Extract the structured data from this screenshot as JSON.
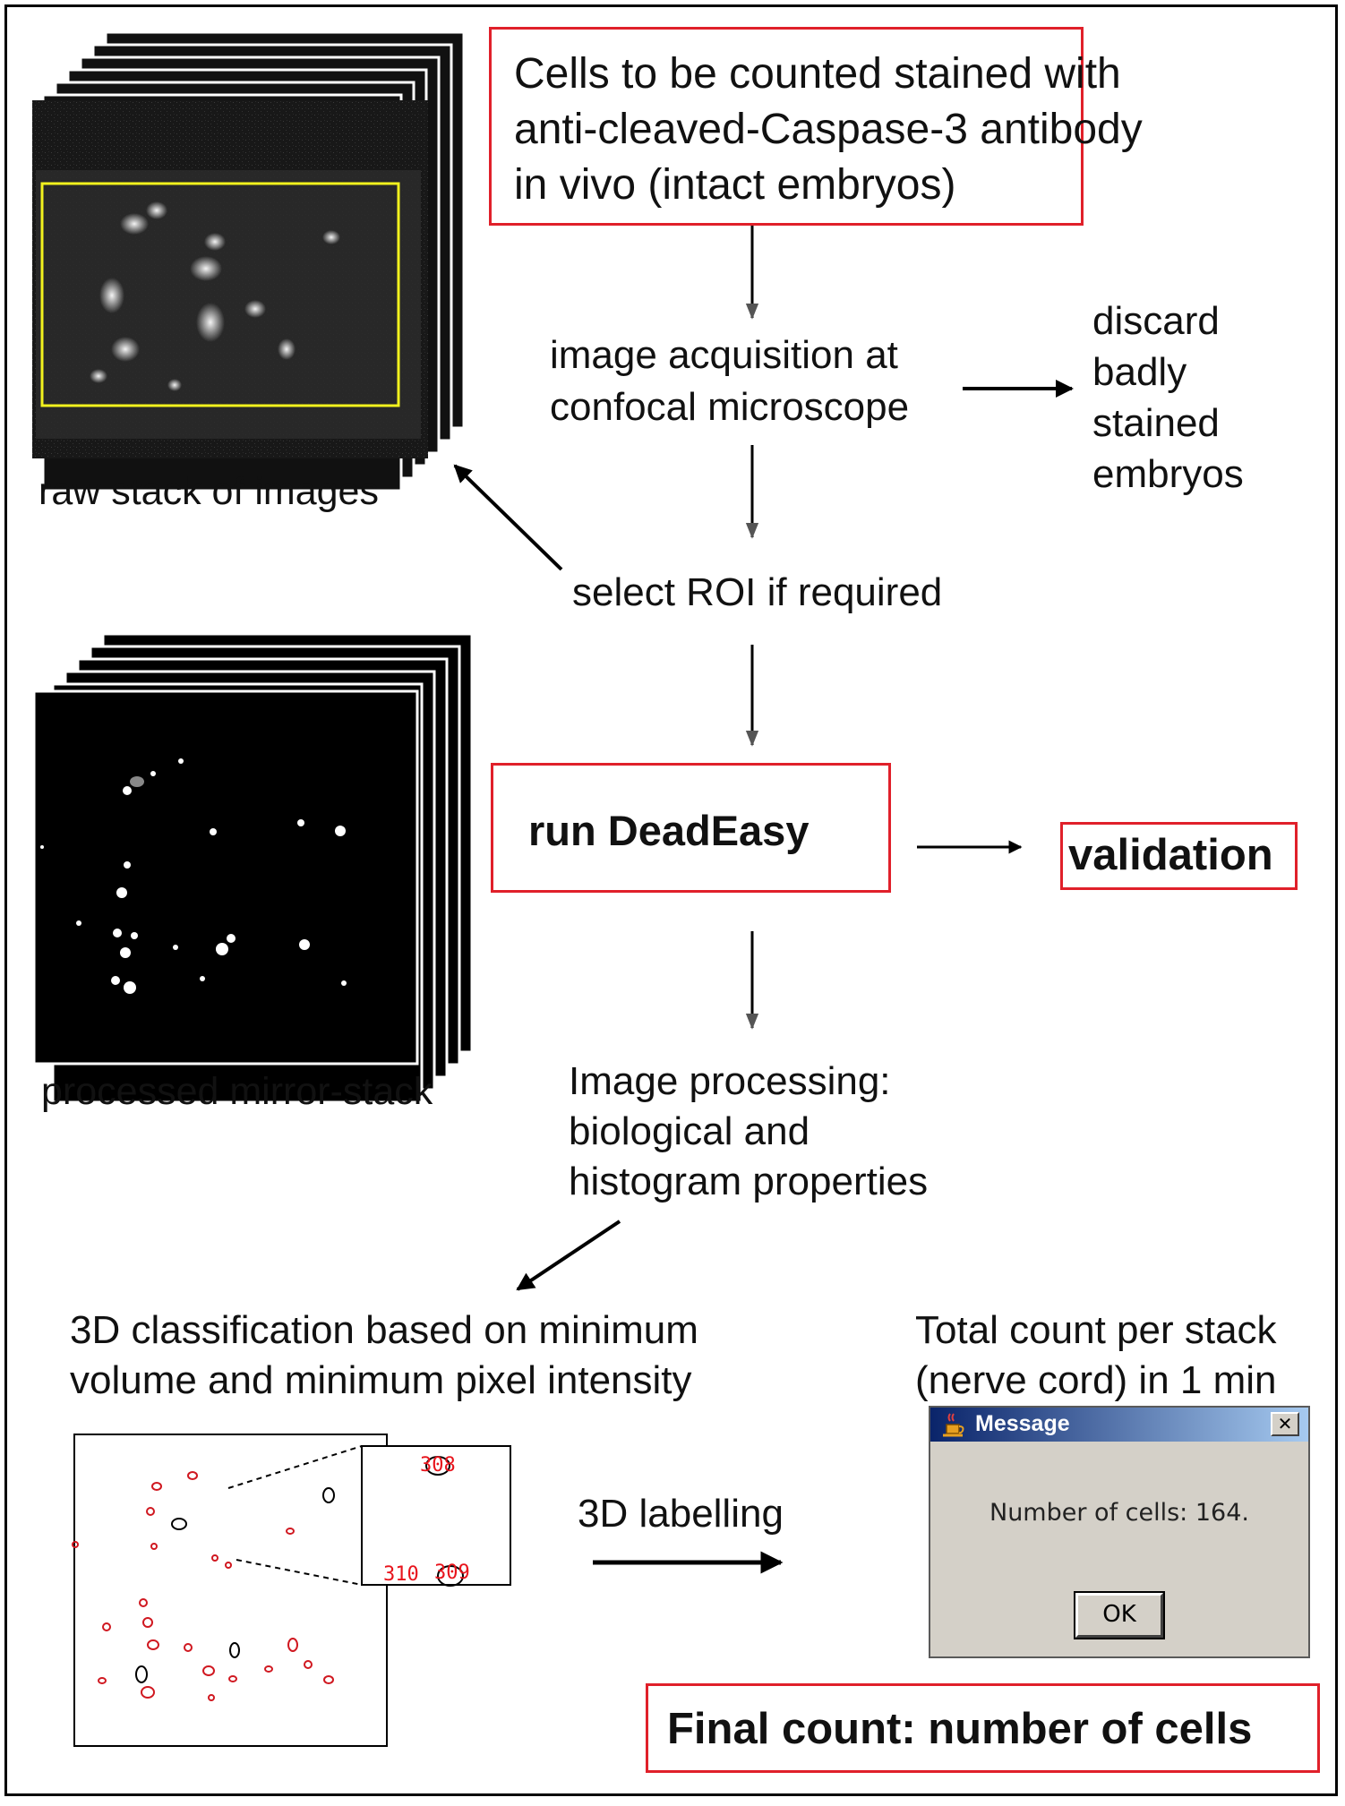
{
  "colors": {
    "border_red": "#e0202a",
    "roi_yellow": "#f2f21e",
    "label_red": "#e8141c"
  },
  "boxes": {
    "stain": "Cells to be counted stained with\nanti-cleaved-Caspase-3 antibody\nin vivo (intact embryos)",
    "run": "run DeadEasy",
    "validation": "validation",
    "final": "Final count: number of cells"
  },
  "steps": {
    "acquisition": "image acquisition at\nconfocal microscope",
    "discard": "discard\nbadly\nstained\nembryos",
    "roi": "select ROI if required",
    "processing": "Image processing:\nbiological and\nhistogram properties",
    "classification": "3D classification based on minimum\nvolume and minimum pixel intensity",
    "labelling": "3D labelling",
    "total": "Total count per stack\n(nerve cord) in 1 min"
  },
  "captions": {
    "raw": "raw stack of images",
    "processed": "processed mirror-stack"
  },
  "inset_labels": [
    "308",
    "310",
    "309"
  ],
  "dialog": {
    "title": "Message",
    "text": "Number of cells: 164.",
    "ok": "OK",
    "icon": "java-coffee-cup-icon",
    "close": "close-x-icon"
  }
}
